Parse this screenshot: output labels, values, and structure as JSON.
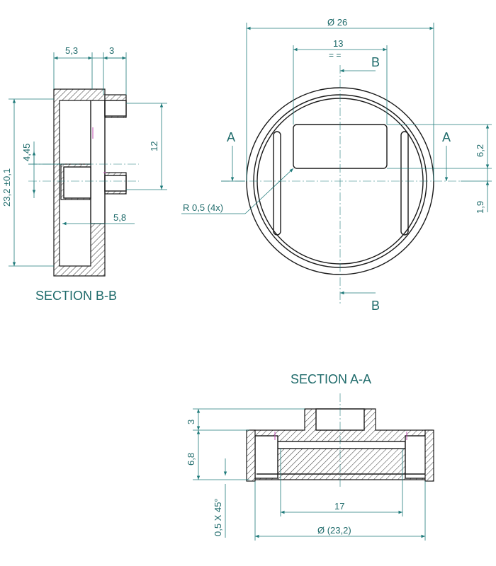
{
  "labels": {
    "section_bb": "SECTION B-B",
    "section_aa": "SECTION A-A",
    "cut_a": "A",
    "cut_b": "B"
  },
  "dimensions": {
    "bb_top_left": "5,3",
    "bb_top_right": "3",
    "bb_height": "23,2 ±0,1",
    "bb_offset": "4,45",
    "bb_boss": "12",
    "bb_depth": "5,8",
    "top_diameter": "Ø 26",
    "top_slot_width": "13",
    "top_sym": "= =",
    "top_slot_height": "6,2",
    "top_offset": "1,9",
    "top_radius": "R 0,5 (4x)",
    "aa_boss_height": "3",
    "aa_body_height": "6,8",
    "aa_chamfer": "0,5 X 45°",
    "aa_inner": "17",
    "aa_diameter": "Ø (23,2)"
  },
  "colors": {
    "dimension": "#1f7a7a",
    "text": "#1f6b6b",
    "object": "#1a1a1a",
    "highlight": "#c04fb0"
  }
}
